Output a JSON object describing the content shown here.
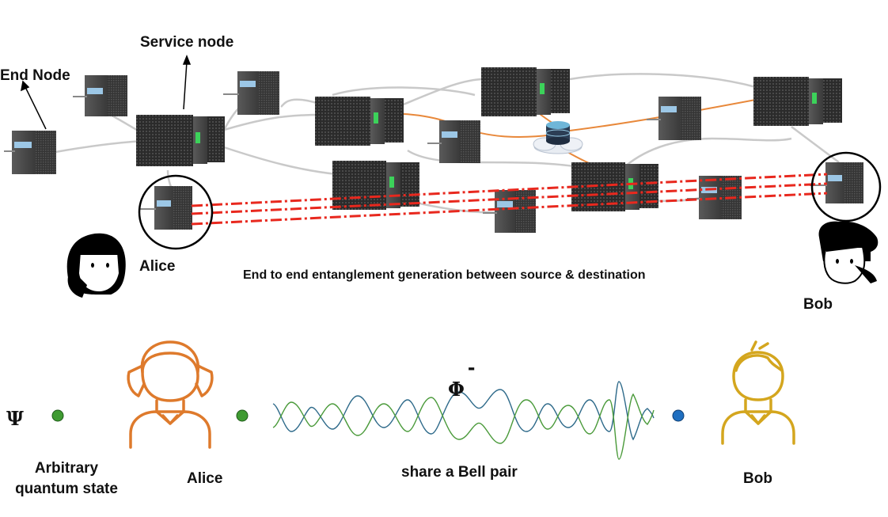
{
  "network": {
    "end_node_label": "End Node",
    "service_node_label": "Service node",
    "alice_label": "Alice",
    "bob_label": "Bob",
    "caption": "End to end entanglement generation between source & destination"
  },
  "teleportation": {
    "psi_symbol": "Ψ",
    "state_label_line1": "Arbitrary",
    "state_label_line2": "quantum state",
    "alice_label": "Alice",
    "bob_label": "Bob",
    "phi_symbol": "Φ",
    "phi_superscript": "-",
    "bell_pair_label": "share a Bell pair"
  },
  "colors": {
    "entanglement_link": "#e8281e",
    "fiber_link": "#c9c9c9",
    "quantum_channel": "#e8883a",
    "alice_icon": "#de7a2c",
    "bob_icon": "#d4a61e",
    "qubit_green": "#3f9b32",
    "qubit_blue": "#1f6fc0",
    "wave_blue": "#2e6a8a",
    "wave_green": "#4a9a3a"
  }
}
